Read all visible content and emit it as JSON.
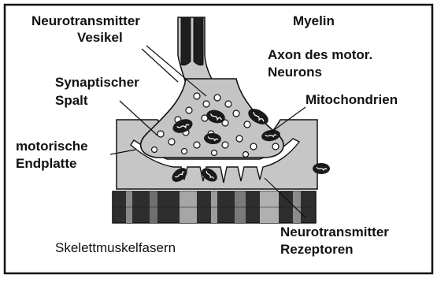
{
  "labels": {
    "neurotransmitter": "Neurotransmitter",
    "vesikel": "Vesikel",
    "myelin": "Myelin",
    "axon_line1": "Axon des motor.",
    "axon_line2": "Neurons",
    "synaptischer_line1": "Synaptischer",
    "synaptischer_line2": "Spalt",
    "mitochondrien": "Mitochondrien",
    "endplatte_line1": "motorische",
    "endplatte_line2": "Endplatte",
    "rezeptoren_line1": "Neurotransmitter",
    "rezeptoren_line2": "Rezeptoren",
    "skelett": "Skelettmuskelfasern"
  },
  "colors": {
    "axon_fill": "#c8c8c8",
    "myelin_fill": "#1e1e1e",
    "terminal_fill": "#c4c4c4",
    "muscle_fill": "#c6c6c6",
    "stripe_dark": "#2e2e2e",
    "stripe_light": "#9c9c9c",
    "cleft_fill": "#ffffff",
    "outline": "#111111"
  }
}
